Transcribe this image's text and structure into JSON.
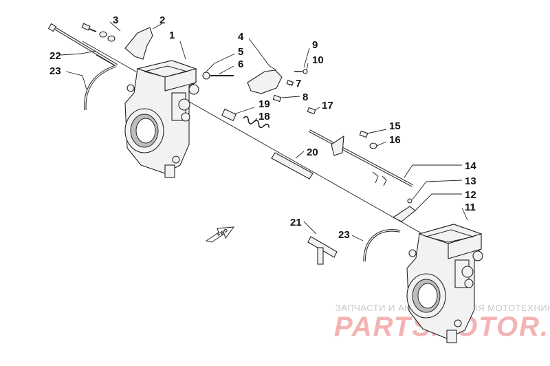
{
  "diagram": {
    "callouts": [
      {
        "id": "1",
        "label": "1"
      },
      {
        "id": "2",
        "label": "2"
      },
      {
        "id": "3",
        "label": "3"
      },
      {
        "id": "4",
        "label": "4"
      },
      {
        "id": "5",
        "label": "5"
      },
      {
        "id": "6",
        "label": "6"
      },
      {
        "id": "7",
        "label": "7"
      },
      {
        "id": "8",
        "label": "8"
      },
      {
        "id": "9",
        "label": "9"
      },
      {
        "id": "10",
        "label": "10"
      },
      {
        "id": "11",
        "label": "11"
      },
      {
        "id": "12",
        "label": "12"
      },
      {
        "id": "13",
        "label": "13"
      },
      {
        "id": "14",
        "label": "14"
      },
      {
        "id": "15",
        "label": "15"
      },
      {
        "id": "16",
        "label": "16"
      },
      {
        "id": "17",
        "label": "17"
      },
      {
        "id": "18",
        "label": "18"
      },
      {
        "id": "19",
        "label": "19"
      },
      {
        "id": "20",
        "label": "20"
      },
      {
        "id": "21",
        "label": "21"
      },
      {
        "id": "22",
        "label": "22"
      },
      {
        "id": "23a",
        "label": "23"
      },
      {
        "id": "23b",
        "label": "23"
      }
    ],
    "direction_arrow": {
      "label": "FWD"
    }
  },
  "watermark": {
    "tagline": "ЗАПЧАСТИ И АКСЕССУАРЫ ДЛЯ МОТОТЕХНИКИ",
    "brand": "PARTSMOTOR.RU",
    "brand_color": "#f3b3b3"
  }
}
